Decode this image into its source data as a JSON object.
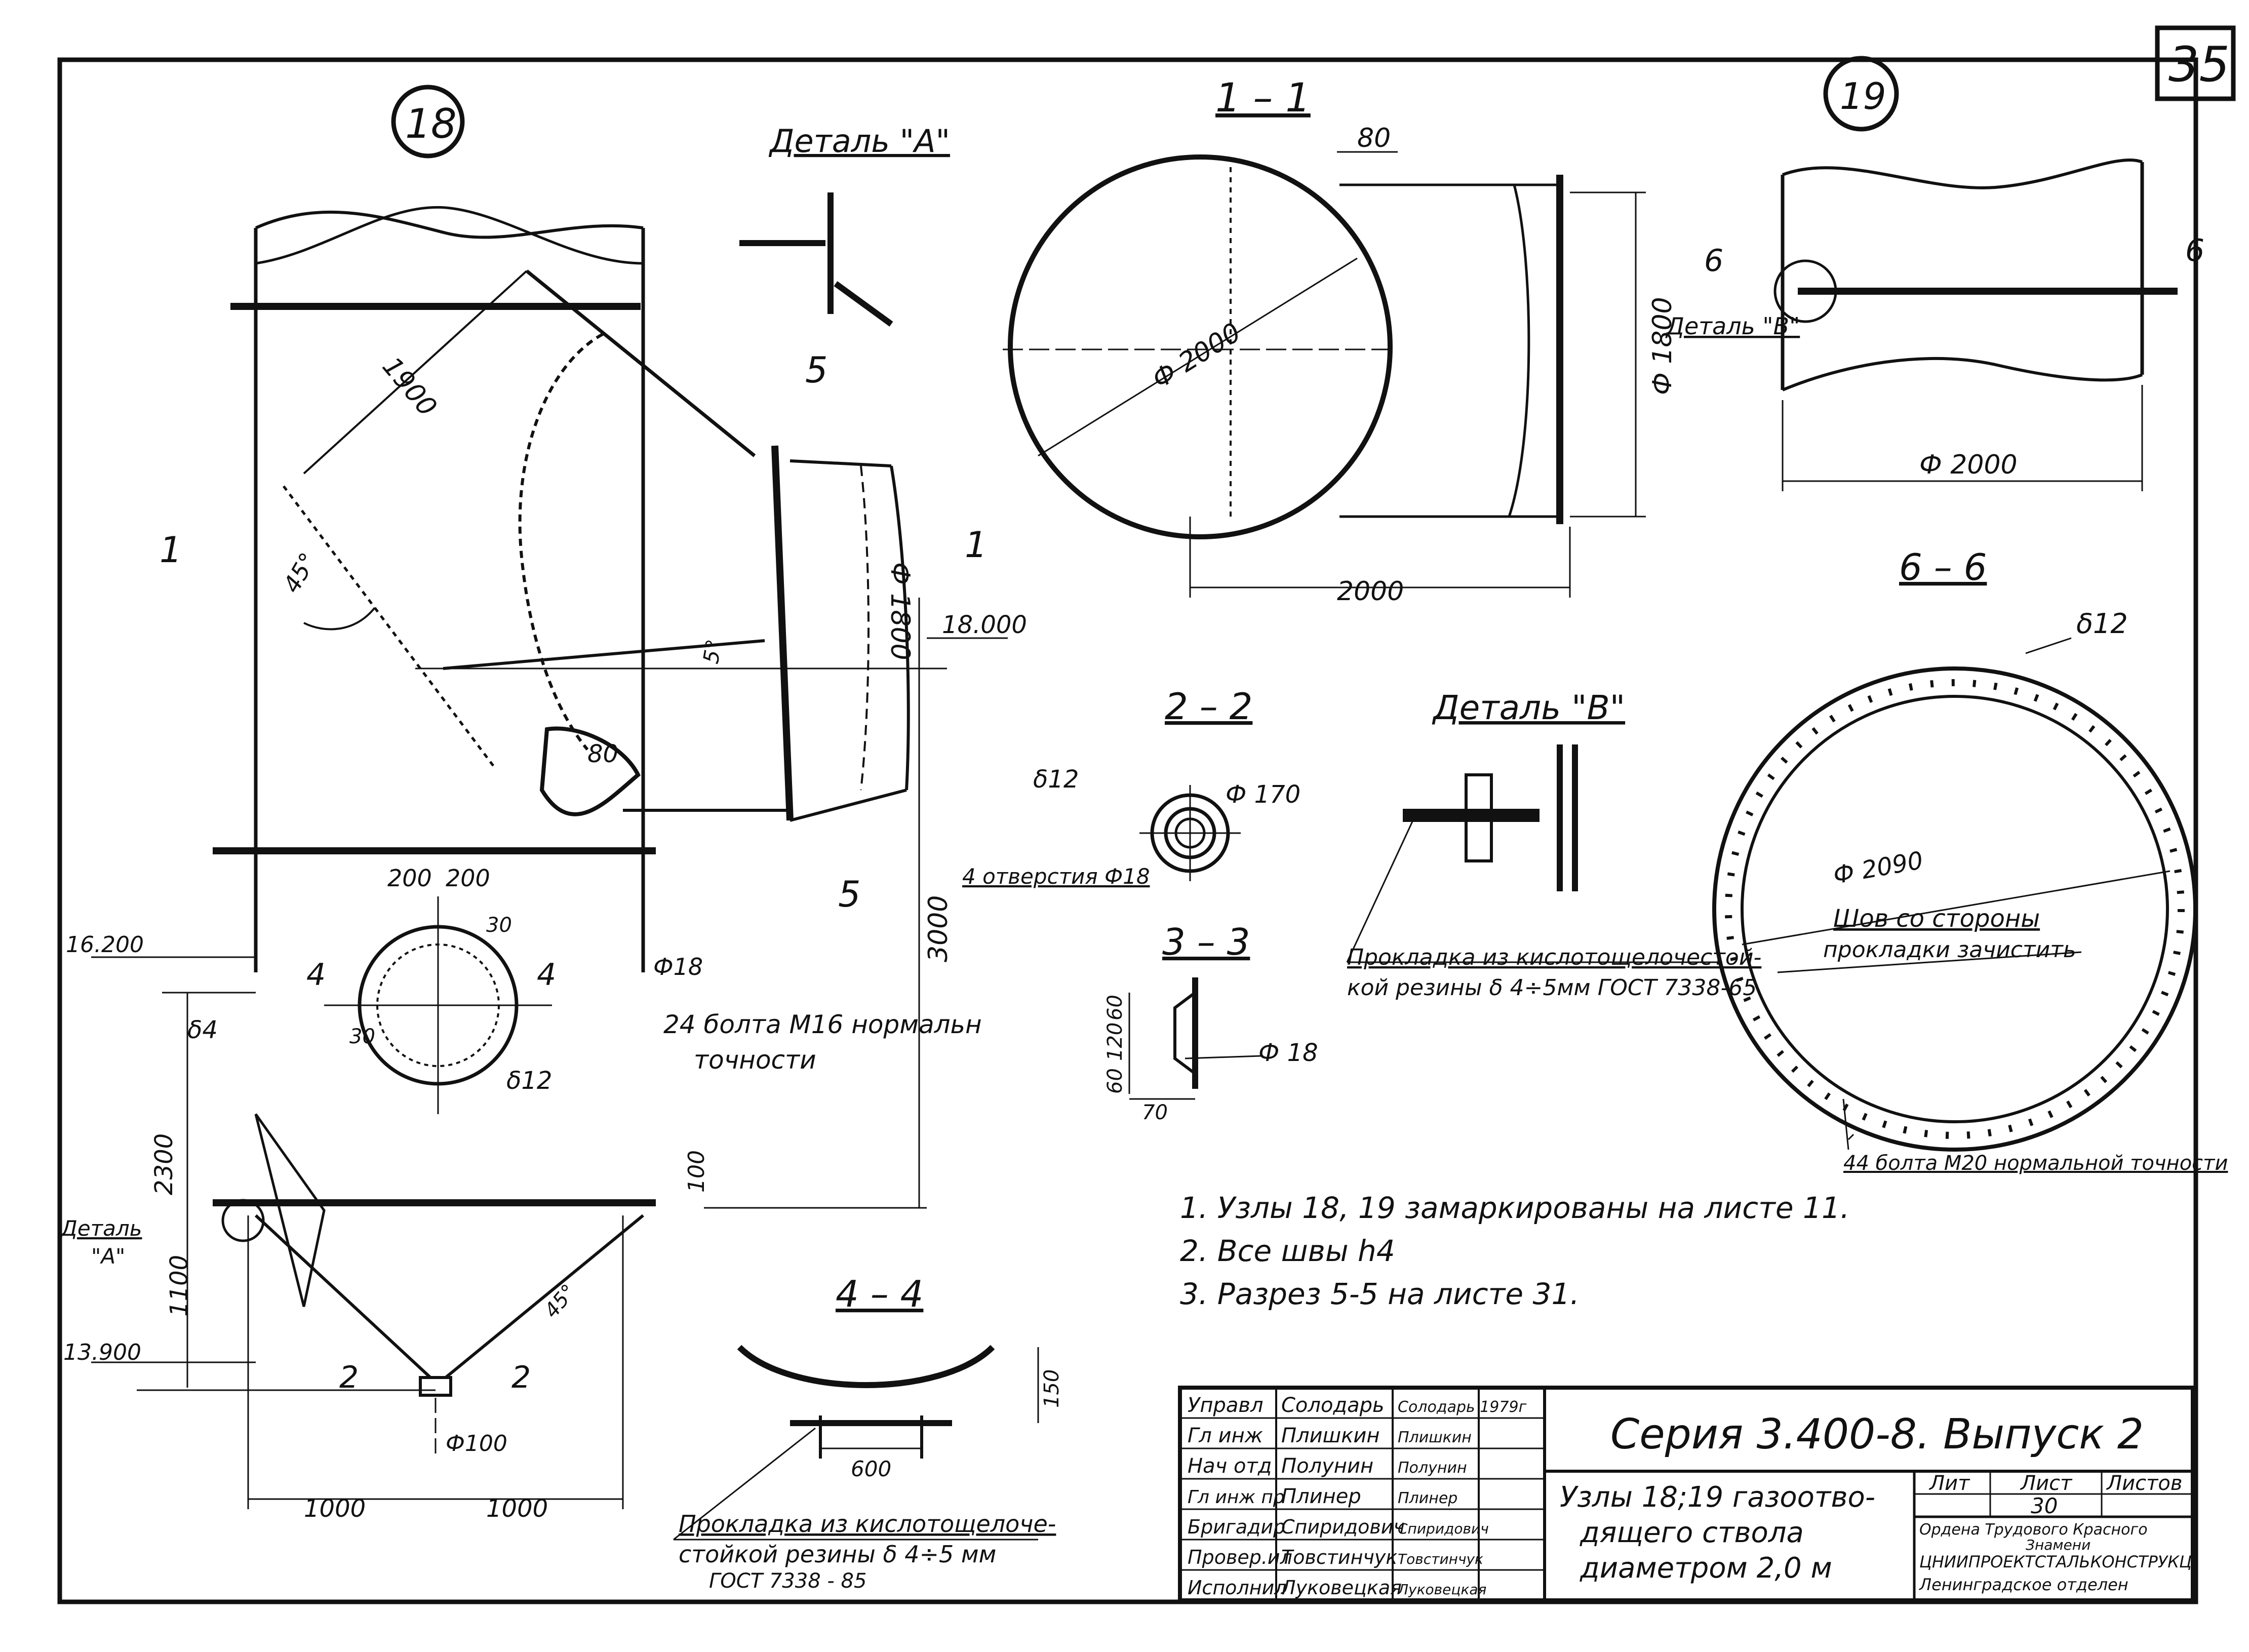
{
  "sheet": {
    "number": "35",
    "ink_color": "#111111",
    "paper_color": "#ffffff"
  },
  "node18": {
    "label": "18",
    "detail_a_label": "Деталь \"А\"",
    "detail_a_callout_1": "Деталь",
    "detail_a_callout_2": "\"А\"",
    "section_1": "1",
    "section_5": "5",
    "section_4": "4",
    "section_2": "2",
    "dim_1900": "1900",
    "dim_45": "45°",
    "dim_5": "5°",
    "dim_80": "80",
    "dim_phi1800": "Ф 1800",
    "dim_3000": "3000",
    "dim_2300": "2300",
    "dim_1100": "1100",
    "dim_100": "100",
    "dim_200a": "200",
    "dim_200b": "200",
    "dim_30": "30",
    "dim_phi18": "Ф18",
    "dim_d4": "δ4",
    "dim_d12": "δ12",
    "dim_phi100": "Ф100",
    "dim_1000a": "1000",
    "dim_1000b": "1000",
    "dim_45_bottom": "45°",
    "level_18000": "18.000",
    "level_16200": "16.200",
    "level_13900": "13.900",
    "bolts_line1": "24 болта М16 нормальн",
    "bolts_line2": "точности"
  },
  "section_1_1": {
    "title": "1 – 1",
    "dim_80": "80",
    "dim_phi2000": "Ф 2000",
    "dim_phi1800": "Ф 1800",
    "dim_2000": "2000"
  },
  "node19": {
    "label": "19",
    "section_6": "6",
    "detail_b": "Деталь \"В\"",
    "dim_phi2000": "Ф 2000"
  },
  "section_2_2": {
    "title": "2 – 2",
    "dim_d12": "δ12",
    "dim_phi170": "Ф 170",
    "holes": "4 отверстия Ф18"
  },
  "section_3_3": {
    "title": "3 – 3",
    "dim_60a": "60",
    "dim_120": "120",
    "dim_60b": "60",
    "dim_70": "70",
    "dim_phi18": "Ф 18"
  },
  "detail_b": {
    "title": "Деталь \"В\"",
    "note_line1": "Прокладка из кислотощелочестой-",
    "note_line2": "кой резины  δ 4÷5мм ГОСТ 7338-65"
  },
  "section_6_6": {
    "title": "6 – 6",
    "dim_d12": "δ12",
    "dim_phi2090": "Ф 2090",
    "weld_line1": "Шов со стороны",
    "weld_line2": "прокладки зачистить",
    "bolts": "44 болта М20 нормальной точности"
  },
  "section_4_4": {
    "title": "4 – 4",
    "dim_150": "150",
    "dim_600": "600",
    "note_line1": "Прокладка из кислотощелоче-",
    "note_line2": "стойкой резины  δ 4÷5 мм",
    "note_line3": "ГОСТ 7338 - 85"
  },
  "notes": [
    "1.  Узлы  18, 19  замаркированы  на  листе  11.",
    "2.  Все  швы  h4",
    "3.  Разрез  5-5  на  листе  31."
  ],
  "title_block": {
    "roles": [
      {
        "role": "Управл",
        "name": "Солодарь",
        "sign": "Солодарь 1979г"
      },
      {
        "role": "Гл инж",
        "name": "Плишкин",
        "sign": "Плишкин"
      },
      {
        "role": "Нач отд",
        "name": "Полунин",
        "sign": "Полунин"
      },
      {
        "role": "Гл инж пр",
        "name": "Плинер",
        "sign": "Плинер"
      },
      {
        "role": "Бригадир",
        "name": "Спиридович",
        "sign": "Спиридович"
      },
      {
        "role": "Провер.ил",
        "name": "Товстинчук",
        "sign": "Товстинчук"
      },
      {
        "role": "Исполнил",
        "name": "Луковецкая",
        "sign": "Луковецкая"
      }
    ],
    "series": "Серия  3.400-8.   Выпуск 2",
    "desc_line1": "Узлы  18;19  газоотво-",
    "desc_line2": "дящего  ствола",
    "desc_line3": "диаметром  2,0 м",
    "lit_header": "Лит",
    "sheet_header": "Лист",
    "sheets_header": "Листов",
    "sheet_value": "30",
    "org_line1": "Ордена  Трудового Красного",
    "org_line2": "Знамени",
    "org_line3": "ЦНИИПРОЕКТСТАЛЬКОНСТРУКЦ.",
    "org_line4": "Ленинградское отделен"
  }
}
